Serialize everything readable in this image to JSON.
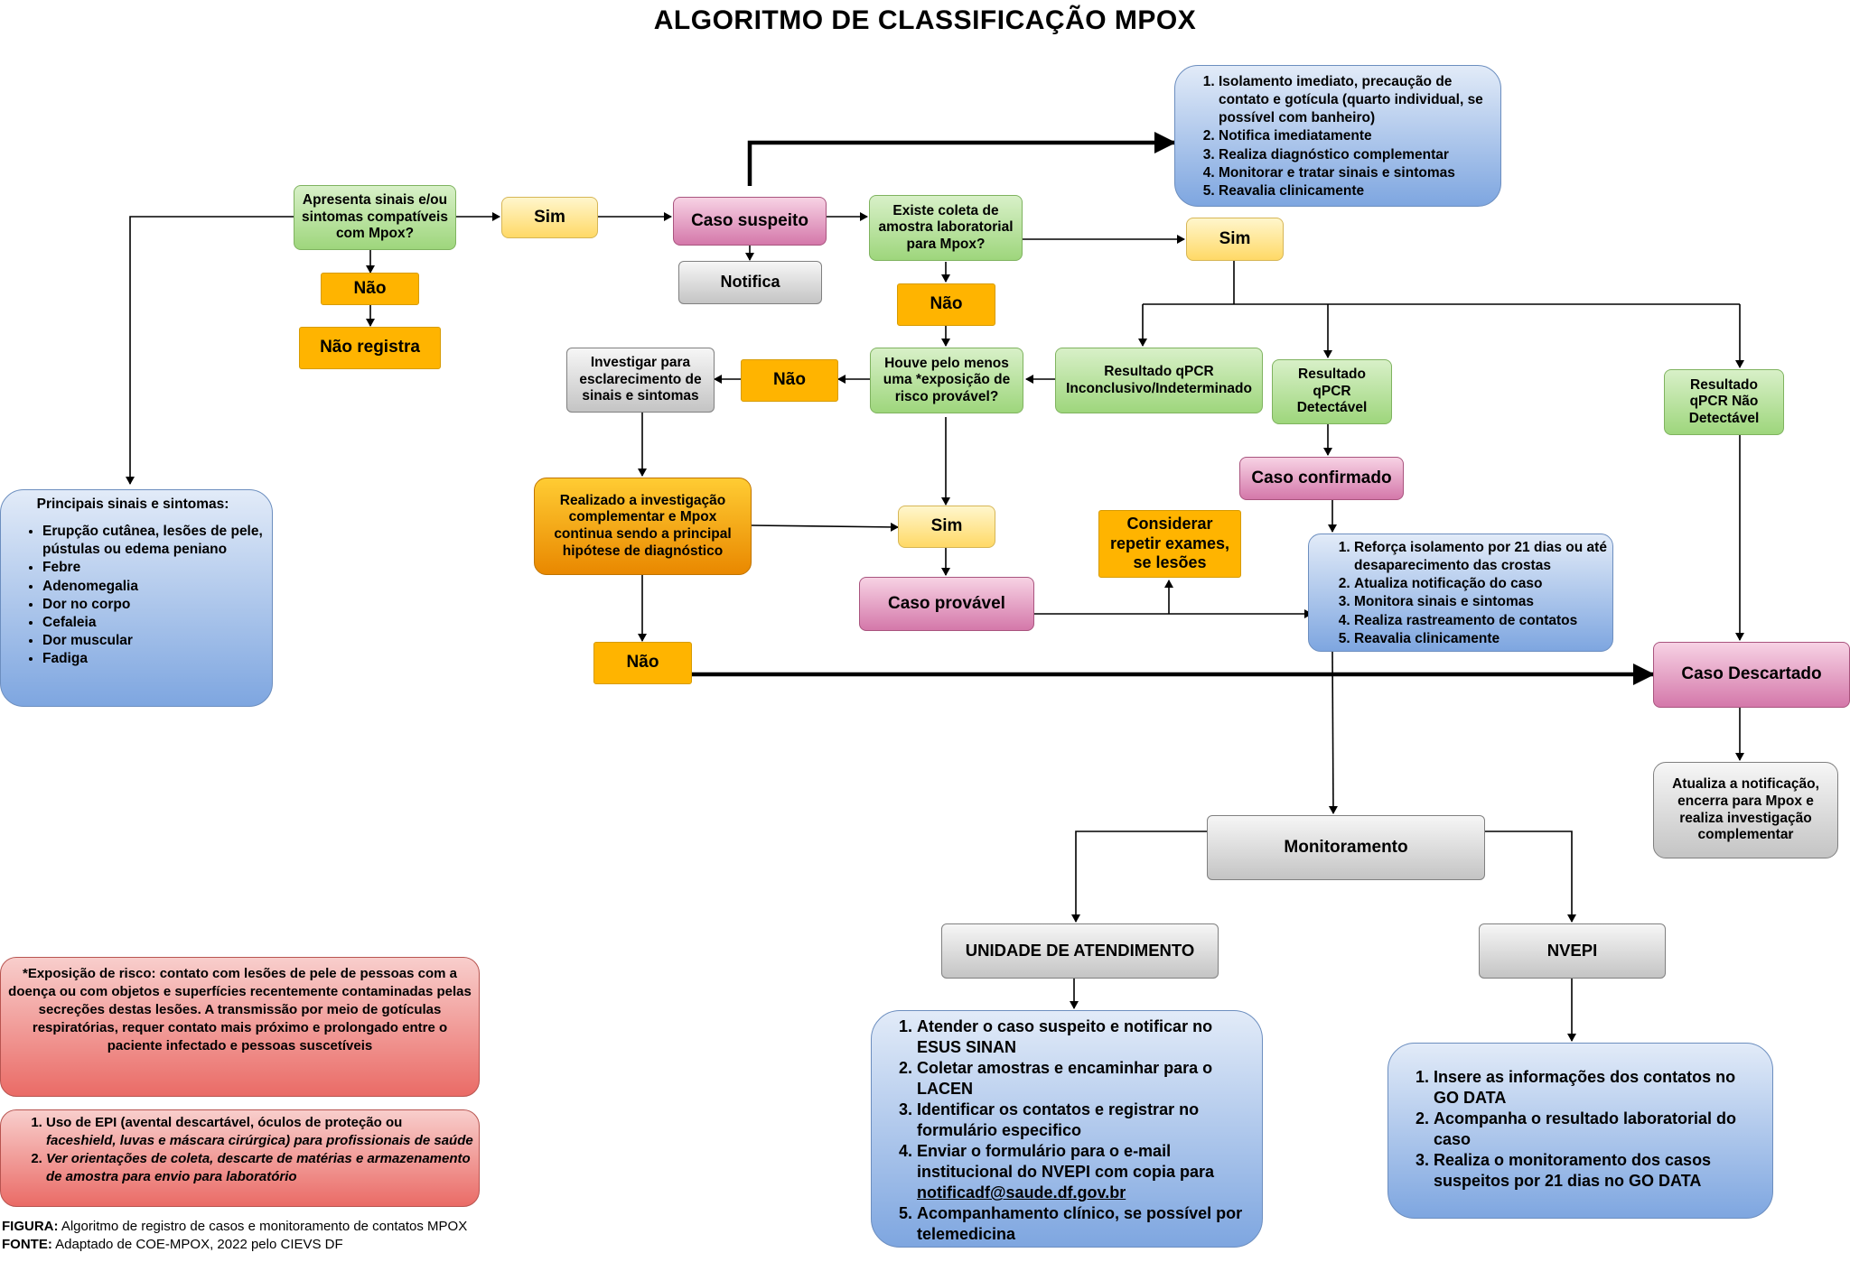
{
  "title": "ALGORITMO DE CLASSIFICAÇÃO MPOX",
  "nodes": {
    "apresenta_sinais": "Apresenta sinais e/ou sintomas compatíveis com Mpox?",
    "sim1": "Sim",
    "caso_suspeito": "Caso suspeito",
    "notifica": "Notifica",
    "nao1": "Não",
    "nao_registra": "Não registra",
    "existe_coleta": "Existe coleta de amostra laboratorial para Mpox?",
    "sim2": "Sim",
    "nao2": "Não",
    "houve_exposicao": "Houve pelo menos uma *exposição de risco provável?",
    "nao3": "Não",
    "investigar": "Investigar para esclarecimento de sinais e sintomas",
    "realizado_investigacao": "Realizado a investigação complementar e Mpox continua sendo a principal hipótese de diagnóstico",
    "sim3": "Sim",
    "caso_provavel": "Caso provável",
    "nao4": "Não",
    "resultado_inconclusivo": "Resultado qPCR Inconclusivo/Indeterminado",
    "resultado_detectavel": "Resultado qPCR Detectável",
    "resultado_nao_detectavel": "Resultado qPCR Não Detectável",
    "caso_confirmado": "Caso confirmado",
    "considerar_repetir": "Considerar repetir exames, se lesões",
    "caso_descartado": "Caso Descartado",
    "atualiza_notificacao": "Atualiza a notificação, encerra para Mpox e realiza investigação complementar",
    "monitoramento": "Monitoramento",
    "unidade_atendimento": "UNIDADE DE ATENDIMENTO",
    "nvepi": "NVEPI"
  },
  "suspect_actions": [
    "Isolamento imediato, precaução de contato e gotícula (quarto individual, se possível com banheiro)",
    "Notifica imediatamente",
    "Realiza diagnóstico complementar",
    "Monitorar e tratar sinais e sintomas",
    "Reavalia clinicamente"
  ],
  "confirmed_actions": [
    "Reforça isolamento por 21 dias ou até desaparecimento das crostas",
    "Atualiza notificação do caso",
    "Monitora sinais e sintomas",
    "Realiza rastreamento de contatos",
    "Reavalia clinicamente"
  ],
  "symptoms": {
    "heading": "Principais sinais e sintomas:",
    "items": [
      "Erupção cutânea, lesões de pele, pústulas ou edema peniano",
      "Febre",
      "Adenomegalia",
      "Dor no corpo",
      "Cefaleia",
      "Dor muscular",
      "Fadiga"
    ]
  },
  "unidade_actions": [
    "Atender o caso suspeito e notificar no ESUS SINAN",
    "Coletar amostras e encaminhar para o LACEN",
    "Identificar os contatos e registrar no formulário especifico",
    "Enviar o formulário para o e-mail institucional do NVEPI com copia para",
    "Acompanhamento clínico, se possível por telemedicina"
  ],
  "unidade_email": "notificadf@saude.df.gov.br",
  "nvepi_actions": [
    "Insere as informações dos contatos no GO DATA",
    "Acompanha o resultado laboratorial do caso",
    "Realiza o monitoramento dos casos suspeitos por 21 dias no GO DATA"
  ],
  "exposicao_note": "*Exposição de risco: contato com lesões de pele de pessoas com a doença ou com objetos e superfícies recentemente contaminadas pelas secreções destas lesões. A transmissão por meio de gotículas respiratórias, requer contato mais próximo e prolongado entre o paciente infectado e pessoas suscetíveis",
  "epi_note": {
    "item1_plain": "Uso de EPI (avental descartável, óculos de proteção ou ",
    "item1_italic": "faceshield, luvas e máscara cirúrgica) para profissionais de saúde",
    "item2_italic": "Ver orientações de coleta, descarte de matérias e armazenamento de amostra para envio para laboratório"
  },
  "figure_label": "FIGURA:",
  "figure_text": " Algoritmo de registro de casos e monitoramento de contatos MPOX",
  "source_label": "FONTE:",
  "source_text": " Adaptado de COE-MPOX, 2022 pelo CIEVS DF",
  "colors": {
    "green": "#9ed67c",
    "yellow": "#ffd966",
    "orange": "#ffb400",
    "pink": "#d478aa",
    "gray": "#c4c4c4",
    "blue": "#7ea6e0",
    "red": "#ea6b66"
  }
}
